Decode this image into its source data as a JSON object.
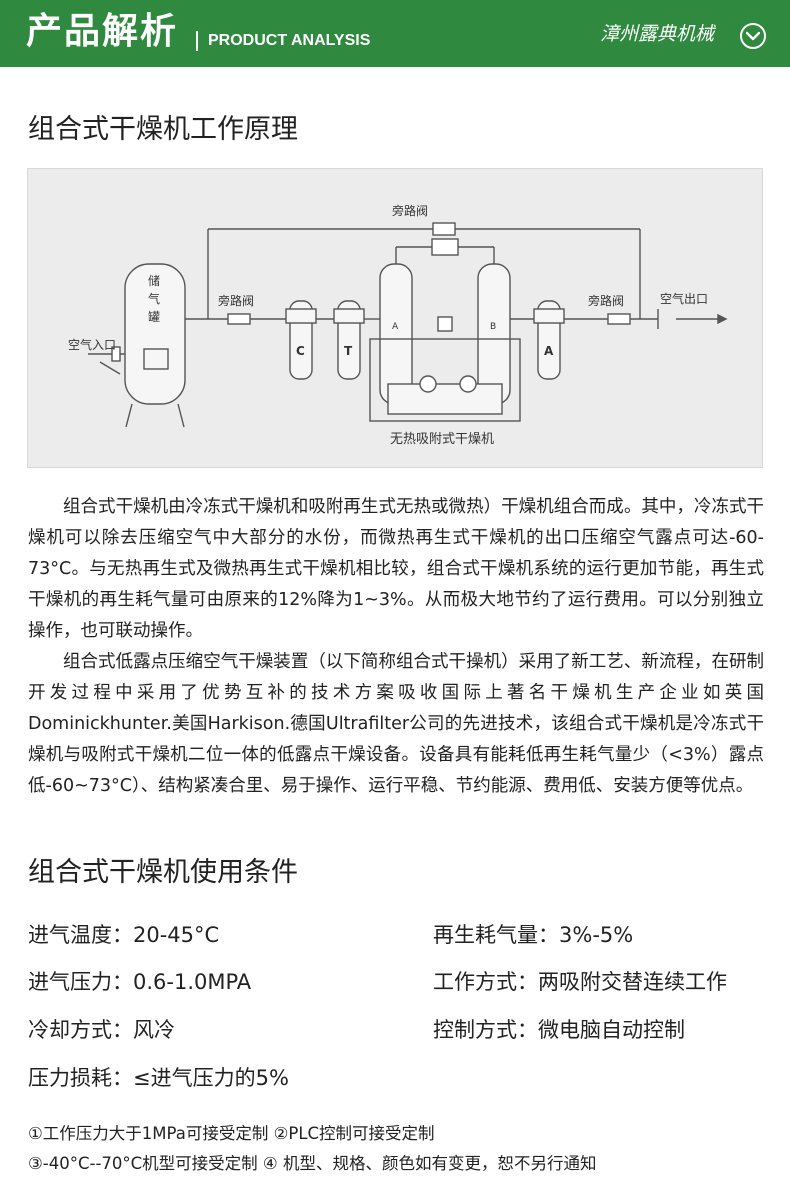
{
  "header": {
    "title_cn": "产品解析",
    "title_en": "PRODUCT ANALYSIS",
    "brand": "漳州露典机械",
    "brand_icon": "chevron-down-circle-icon",
    "background": "#2f8a3f"
  },
  "section1": {
    "title": "组合式干燥机工作原理"
  },
  "diagram": {
    "bypass_top": "旁路阀",
    "tank": [
      "储",
      "气",
      "罐"
    ],
    "air_inlet": "空气入口",
    "bypass_left": "旁路阀",
    "bypass_right": "旁路阀",
    "air_outlet": "空气出口",
    "filter_c": "C",
    "filter_t": "T",
    "filter_a": "A",
    "tower_a": "A",
    "tower_b": "B",
    "caption": "无热吸附式干燥机"
  },
  "body": {
    "p1": "组合式干燥机由冷冻式干燥机和吸附再生式无热或微热）干燥机组合而成。其中，冷冻式干燥机可以除去压缩空气中大部分的水份，而微热再生式干燥机的出口压缩空气露点可达-60-73°C。与无热再生式及微热再生式干燥机相比较，组合式干燥机系统的运行更加节能，再生式干燥机的再生耗气量可由原来的12%降为1~3%。从而极大地节约了运行费用。可以分别独立操作，也可联动操作。",
    "p2": "组合式低露点压缩空气干燥装置（以下简称组合式干操机）采用了新工艺、新流程，在研制开发过程中采用了优势互补的技术方案吸收国际上著名干燥机生产企业如英国Dominickhunter.美国Harkison.德国Ultrafilter公司的先进技术，该组合式干燥机是冷冻式干燥机与吸附式干燥机二位一体的低露点干燥设备。设备具有能耗低再生耗气量少（<3%）露点低-60~73°C）、结构紧凑合里、易于操作、运行平稳、节约能源、费用低、安装方便等优点。"
  },
  "section2": {
    "title": "组合式干燥机使用条件"
  },
  "specs": [
    "进气温度：20-45°C",
    "再生耗气量：3%-5%",
    "进气压力：0.6-1.0MPA",
    "工作方式：两吸附交替连续工作",
    "冷却方式：风冷",
    "控制方式：微电脑自动控制",
    "压力损耗：≤进气压力的5%"
  ],
  "notes": [
    "①工作压力大于1MPa可接受定制 ②PLC控制可接受定制",
    "③-40°C--70°C机型可接受定制 ④ 机型、规格、颜色如有变更，恕不另行通知"
  ]
}
